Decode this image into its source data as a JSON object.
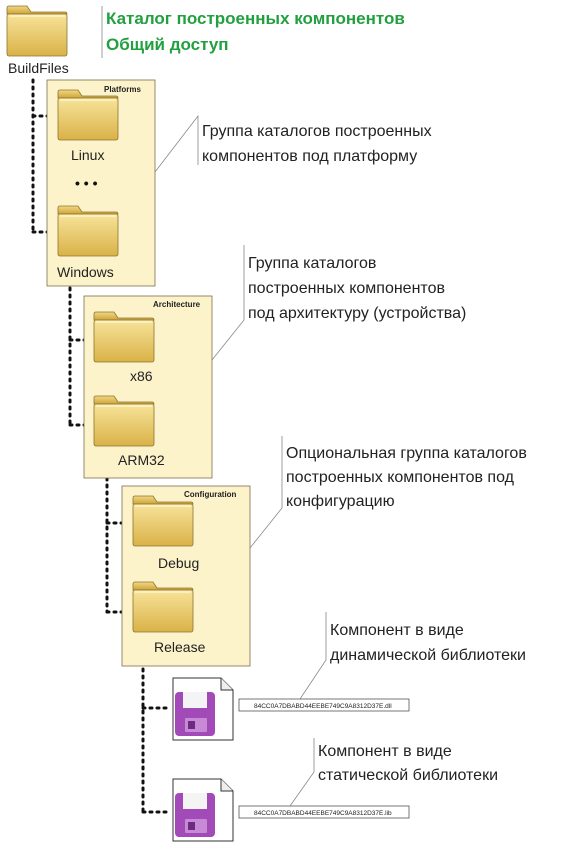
{
  "root": {
    "label": "BuildFiles",
    "title_line1": "Каталог построенных компонентов",
    "title_line2": "Общий доступ"
  },
  "platforms": {
    "header": "Platforms",
    "items": [
      "Linux",
      "Windows"
    ],
    "ellipsis": "• • •",
    "note": [
      "Группа каталогов построенных",
      "компонентов под платформу"
    ]
  },
  "architecture": {
    "header": "Architecture",
    "items": [
      "x86",
      "ARM32"
    ],
    "note": [
      "Группа каталогов",
      "построенных компонентов",
      "под архитектуру (устройства)"
    ]
  },
  "configuration": {
    "header": "Configuration",
    "items": [
      "Debug",
      "Release"
    ],
    "note": [
      "Опциональная группа каталогов",
      "построенных компонентов под",
      "конфигурацию"
    ]
  },
  "files": [
    {
      "name": "84CC0A7DBABD44EEBE749C9A8312D37E.dll",
      "note": [
        "Компонент в виде",
        "динамической библиотеки"
      ]
    },
    {
      "name": "84CC0A7DBABD44EEBE749C9A8312D37E.lib",
      "note": [
        "Компонент в виде",
        "статической библиотеки"
      ]
    }
  ],
  "colors": {
    "title_green": "#22a040",
    "box_fill": "#fdf3cb",
    "folder_fill": "#e7c75c",
    "file_purple": "#a24bb8"
  }
}
